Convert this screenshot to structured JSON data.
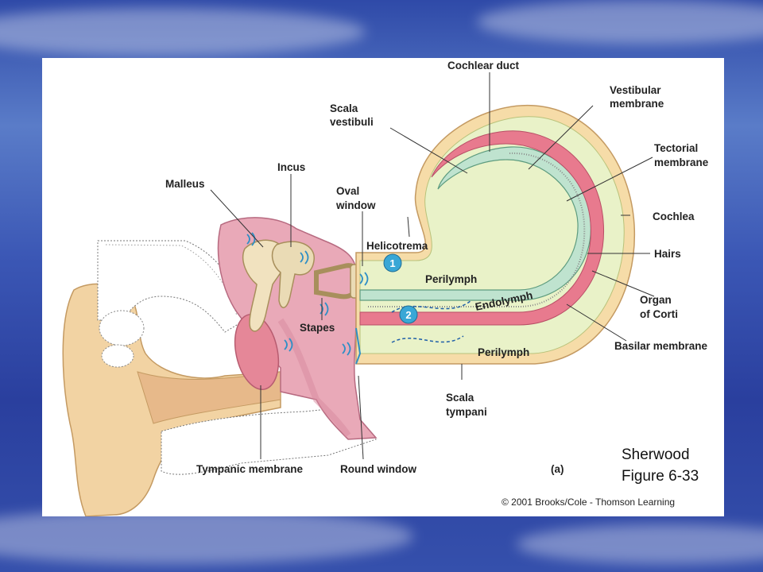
{
  "labels": {
    "cochlear_duct": "Cochlear duct",
    "vestibular_membrane_1": "Vestibular",
    "vestibular_membrane_2": "membrane",
    "scala_vestibuli_1": "Scala",
    "scala_vestibuli_2": "vestibuli",
    "tectorial_membrane_1": "Tectorial",
    "tectorial_membrane_2": "membrane",
    "incus": "Incus",
    "malleus": "Malleus",
    "oval_window_1": "Oval",
    "oval_window_2": "window",
    "cochlea": "Cochlea",
    "helicotrema": "Helicotrema",
    "hairs": "Hairs",
    "perilymph_upper": "Perilymph",
    "organ_corti_1": "Organ",
    "organ_corti_2": "of Corti",
    "endolymph": "Endolymph",
    "stapes": "Stapes",
    "perilymph_lower": "Perilymph",
    "basilar_membrane": "Basilar membrane",
    "scala_tympani_1": "Scala",
    "scala_tympani_2": "tympani",
    "tympanic_membrane": "Tympanic membrane",
    "round_window": "Round window",
    "panel_letter": "(a)"
  },
  "markers": {
    "step1": "1",
    "step2": "2"
  },
  "credit": {
    "author": "Sherwood",
    "figure": "Figure 6-33",
    "copyright": "© 2001 Brooks/Cole - Thomson Learning"
  },
  "colors": {
    "skin": "#f2d3a3",
    "bone_outline": "#c8b48a",
    "middle_ear": "#e9a9b8",
    "perilymph": "#e9f2c8",
    "endolymph": "#bfe3cf",
    "basilar": "#e87a8e",
    "marker": "#39a7d6"
  }
}
